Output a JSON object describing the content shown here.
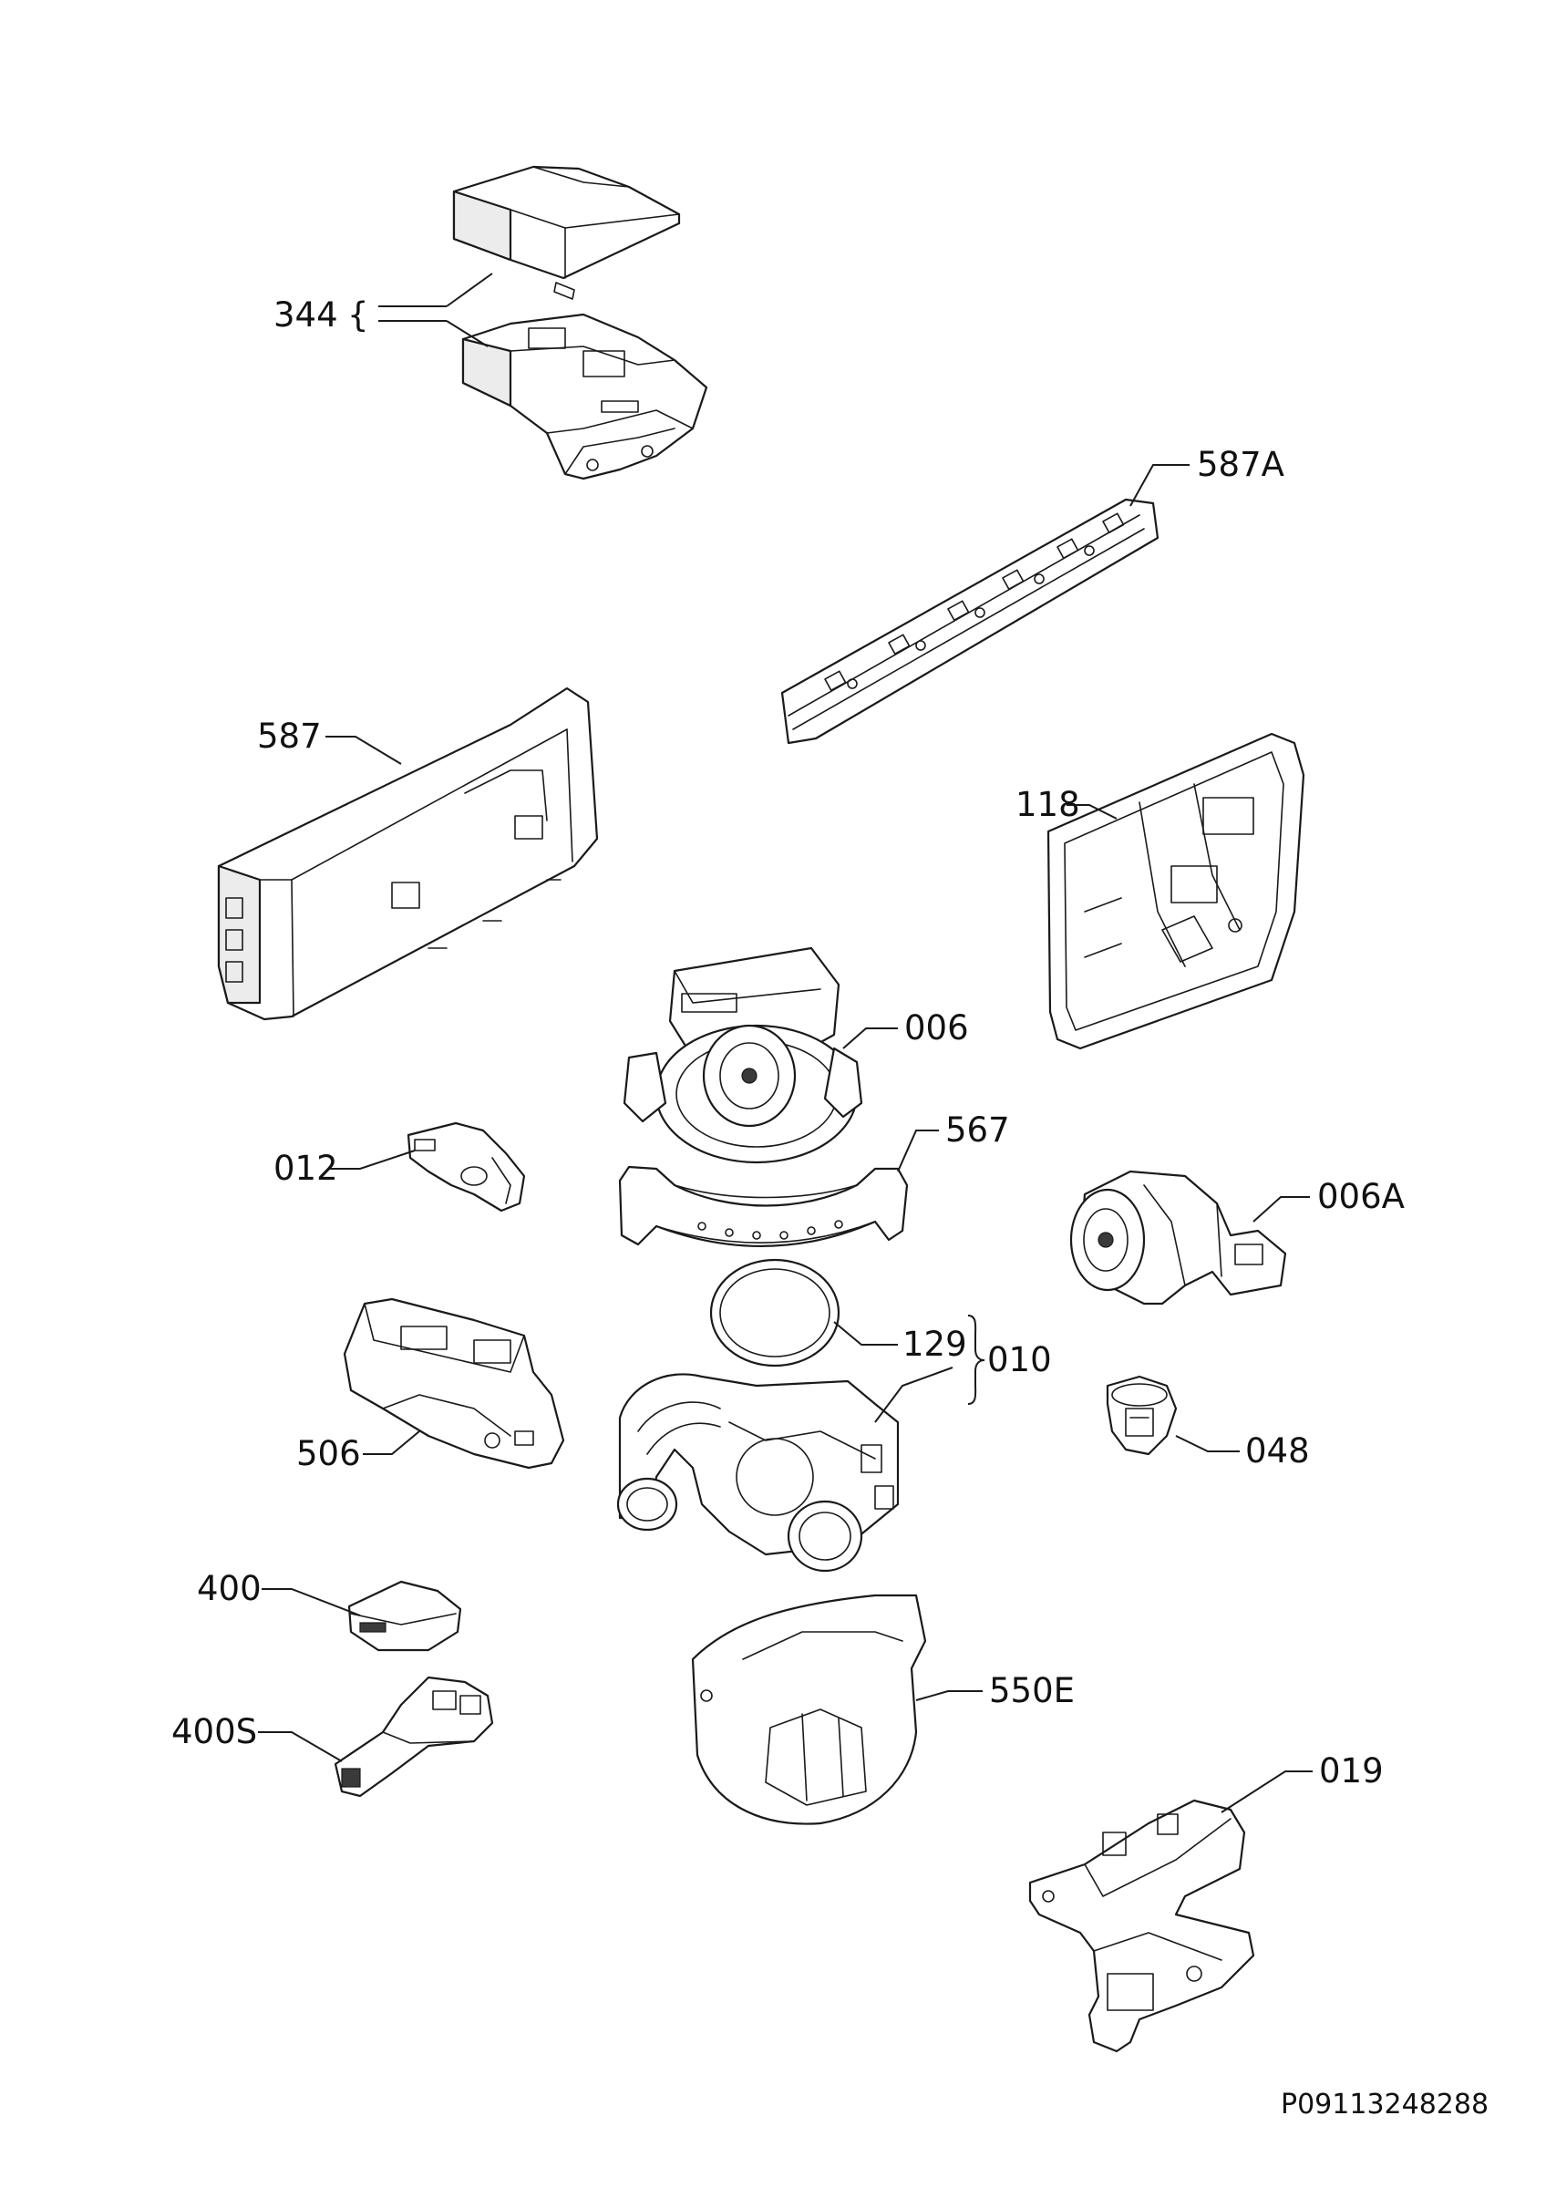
{
  "diagram": {
    "labels": {
      "344": "344",
      "587A": "587A",
      "587": "587",
      "118": "118",
      "006": "006",
      "567": "567",
      "012": "012",
      "006A": "006A",
      "129": "129",
      "010": "010",
      "048": "048",
      "506": "506",
      "400": "400",
      "400S": "400S",
      "550E": "550E",
      "019": "019"
    },
    "document_code": "P09113248288"
  }
}
